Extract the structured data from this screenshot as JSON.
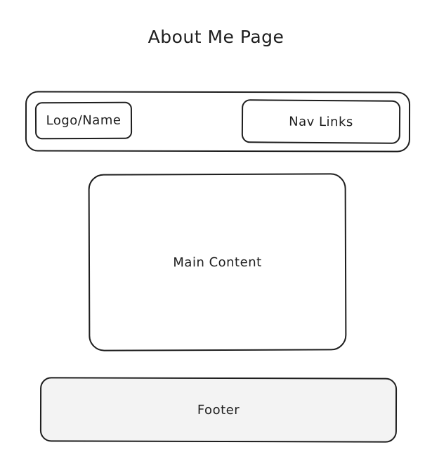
{
  "title": "About Me Page",
  "header": {
    "logo_label": "Logo/Name",
    "nav_label": "Nav Links"
  },
  "main": {
    "label": "Main Content"
  },
  "footer": {
    "label": "Footer",
    "fill_color": "#f3f3f3"
  },
  "stroke_color": "#1e1e1e"
}
